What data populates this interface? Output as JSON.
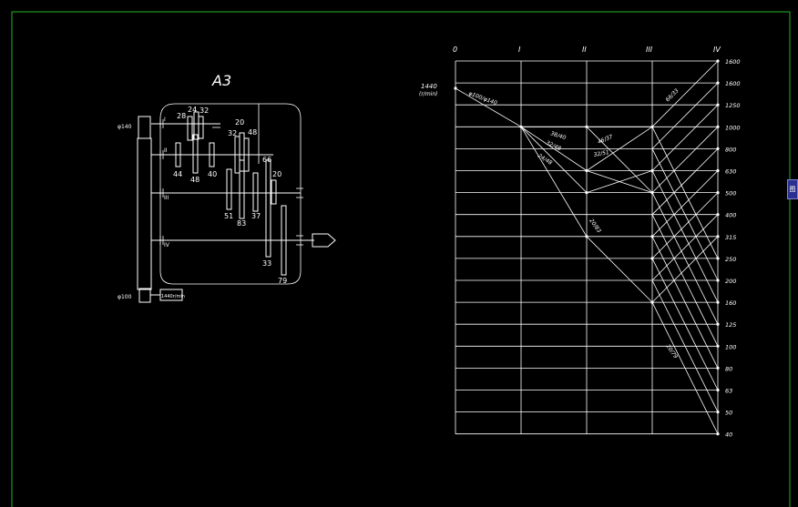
{
  "sheet_title": "A3",
  "speed_chart": {
    "input_speed": "1440",
    "unit": "(r/min)",
    "shafts": [
      "0",
      "I",
      "II",
      "III",
      "IV"
    ],
    "speeds": [
      "1600",
      "1600",
      "1250",
      "1000",
      "800",
      "630",
      "500",
      "400",
      "315",
      "250",
      "200",
      "160",
      "125",
      "100",
      "80",
      "63",
      "50",
      "40"
    ],
    "ratio_labels": {
      "belt": "φ100/φ140",
      "I_II_1": "38/40",
      "I_II_2": "32/48",
      "I_II_3": "24/48",
      "II_III_1": "46/37",
      "II_III_2": "32/51",
      "II_III_3": "20/83",
      "III_IV_1": "66/33",
      "III_IV_2": "20/79"
    }
  },
  "gearbox": {
    "pulley_top_label": "φ140",
    "pulley_bottom_label": "φ100",
    "motor_label": "1440r/min",
    "shaft_labels": [
      "I",
      "II",
      "III",
      "IV"
    ],
    "gear_labels": [
      "28",
      "24",
      "32",
      "44",
      "48",
      "40",
      "20",
      "32",
      "48",
      "66",
      "20",
      "51",
      "83",
      "37",
      "33",
      "79"
    ]
  },
  "side_tab": "图"
}
